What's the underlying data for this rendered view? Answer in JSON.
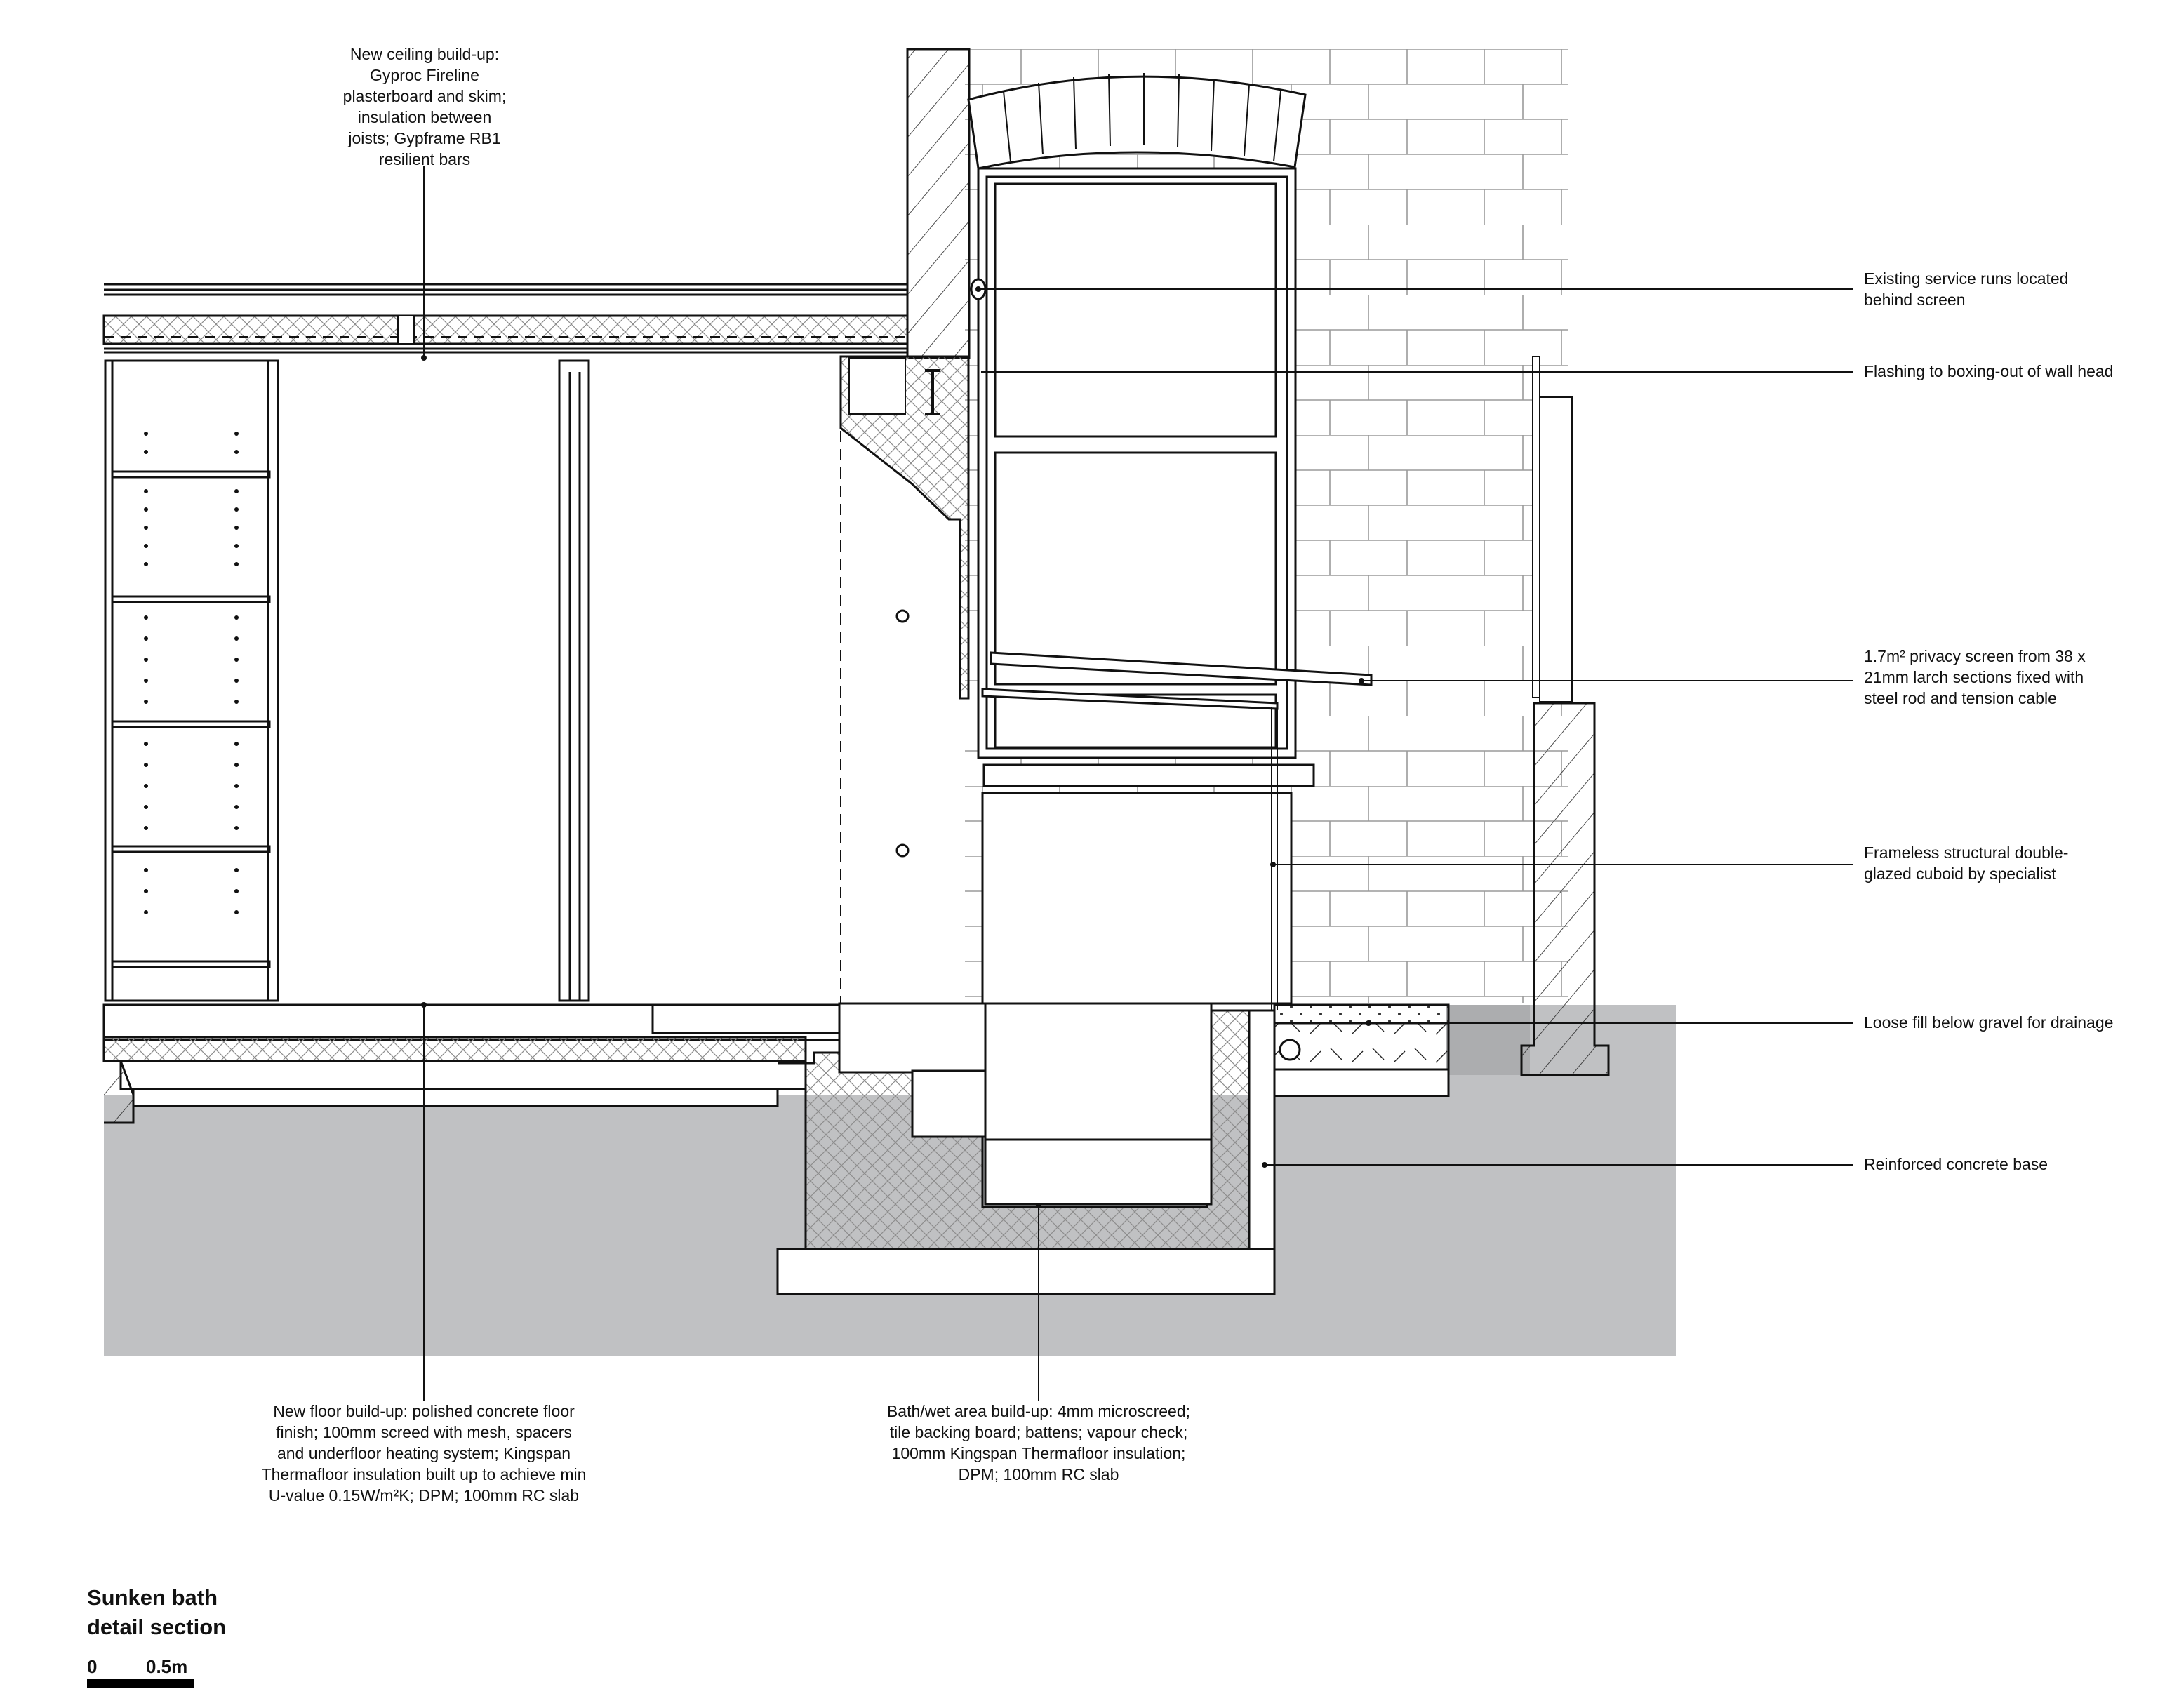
{
  "title": {
    "lines": [
      "Sunken bath",
      "detail section"
    ]
  },
  "scale_bar": {
    "start_label": "0",
    "end_label": "0.5m"
  },
  "annotations": {
    "ceiling": {
      "lines": [
        "New ceiling build-up:",
        "Gyproc Fireline",
        "plasterboard and skim;",
        "insulation between",
        "joists; Gypframe RB1",
        "resilient bars"
      ]
    },
    "service_runs": {
      "lines": [
        "Existing service runs located",
        "behind screen"
      ]
    },
    "flashing": {
      "lines": [
        "Flashing to boxing-out of wall head"
      ]
    },
    "privacy_screen": {
      "lines": [
        "1.7m² privacy screen from 38 x",
        "21mm larch sections fixed with",
        "steel rod and tension cable"
      ]
    },
    "glazed_cuboid": {
      "lines": [
        "Frameless structural double-",
        "glazed cuboid by specialist"
      ]
    },
    "loose_fill": {
      "lines": [
        "Loose fill below gravel for drainage"
      ]
    },
    "concrete_base": {
      "lines": [
        "Reinforced concrete base"
      ]
    },
    "floor_buildup": {
      "lines": [
        "New floor build-up: polished concrete floor",
        "finish; 100mm screed with mesh, spacers",
        "and underfloor heating system; Kingspan",
        "Thermafloor insulation built up to achieve min",
        "U-value 0.15W/m²K; DPM; 100mm RC slab"
      ]
    },
    "bath_buildup": {
      "lines": [
        "Bath/wet area build-up: 4mm microscreed;",
        "tile backing board; battens; vapour check;",
        "100mm Kingspan Thermafloor insulation;",
        "DPM; 100mm RC slab"
      ]
    }
  },
  "colors": {
    "ground": "#c0c1c3",
    "ground_dark": "#acadaf",
    "line": "#111111",
    "brick_line": "#9a9a9a"
  }
}
